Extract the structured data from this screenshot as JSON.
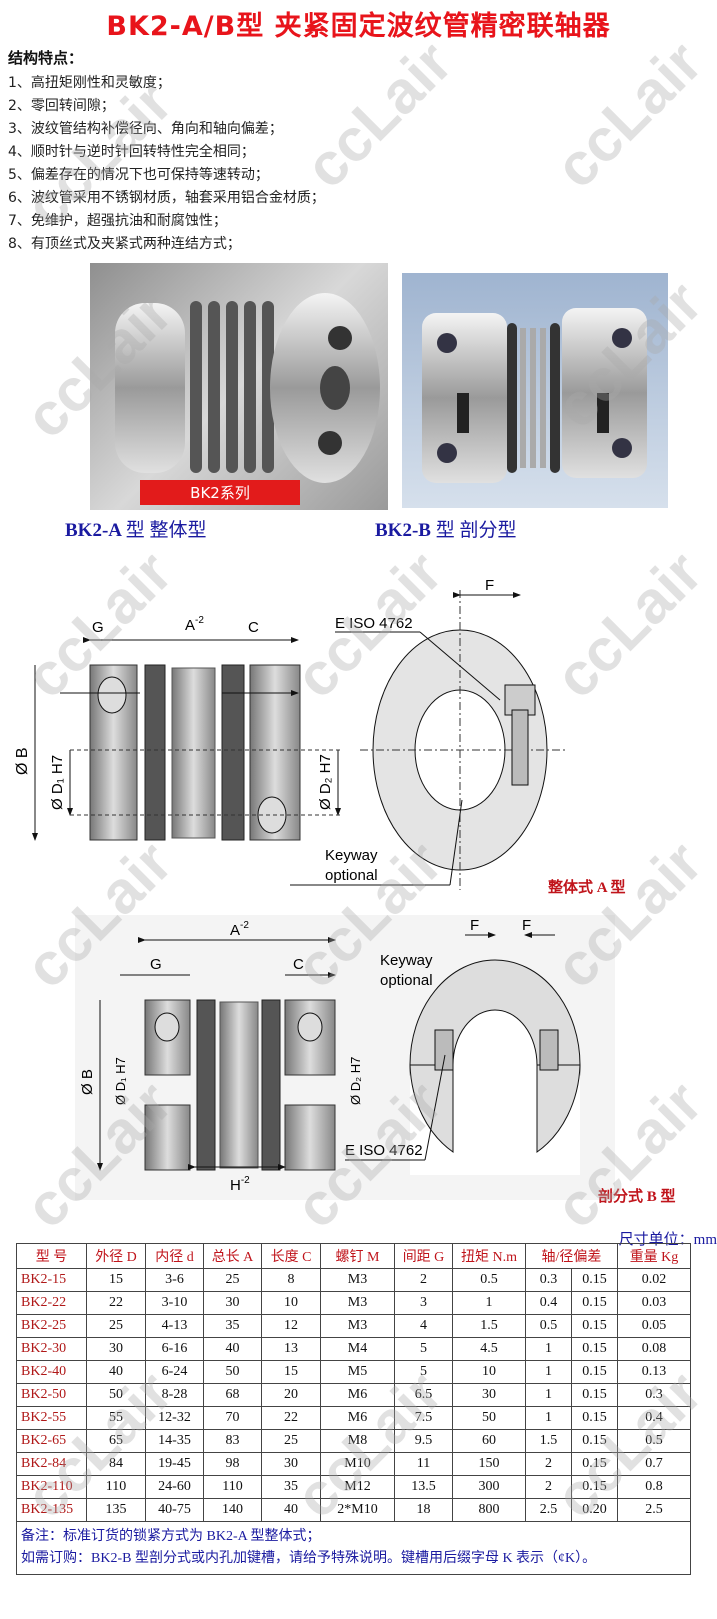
{
  "title": "BK2-A/B型 夹紧固定波纹管精密联轴器",
  "features": {
    "heading": "结构特点：",
    "items": [
      "1、高扭矩刚性和灵敏度；",
      "2、零回转间隙；",
      "3、波纹管结构补偿径向、角向和轴向偏差；",
      "4、顺时针与逆时针回转特性完全相同；",
      "5、偏差存在的情况下也可保持等速转动；",
      "6、波纹管采用不锈钢材质，轴套采用铝合金材质；",
      "7、免维护，超强抗油和耐腐蚀性；",
      "8、有顶丝式及夹紧式两种连结方式；"
    ]
  },
  "photos": {
    "left_banner": "BK2系列",
    "left_caption_model": "BK2-A",
    "left_caption_type": "型  整体型",
    "right_caption_model": "BK2-B",
    "right_caption_type": "型  剖分型"
  },
  "diagram_a": {
    "labels": {
      "a": "A",
      "a_sup": "-2",
      "g": "G",
      "c": "C",
      "b": "Ø B",
      "d1": "Ø D₁ H7",
      "d2": "Ø D₂ H7",
      "screw": "E ISO 4762",
      "f": "F",
      "keyway1": "Keyway",
      "keyway2": "optional"
    },
    "type_label": "整体式 A 型"
  },
  "diagram_b": {
    "labels": {
      "a": "A",
      "a_sup": "-2",
      "g": "G",
      "c": "C",
      "b": "Ø B",
      "d1": "Ø D₁ H7",
      "d2": "Ø D₂ H7",
      "h": "H",
      "h_sup": "-2",
      "screw": "E ISO 4762",
      "f": "F",
      "keyway1": "Keyway",
      "keyway2": "optional"
    },
    "type_label": "剖分式 B 型"
  },
  "table": {
    "unit": "尺寸单位：mm",
    "headers": [
      "型  号",
      "外径 D",
      "内径 d",
      "总长 A",
      "长度 C",
      "螺钉 M",
      "间距 G",
      "扭矩 N.m",
      "轴/径偏差",
      "重量 Kg"
    ],
    "rows": [
      [
        "BK2-15",
        "15",
        "3-6",
        "25",
        "8",
        "M3",
        "2",
        "0.5",
        "0.3",
        "0.15",
        "0.02"
      ],
      [
        "BK2-22",
        "22",
        "3-10",
        "30",
        "10",
        "M3",
        "3",
        "1",
        "0.4",
        "0.15",
        "0.03"
      ],
      [
        "BK2-25",
        "25",
        "4-13",
        "35",
        "12",
        "M3",
        "4",
        "1.5",
        "0.5",
        "0.15",
        "0.05"
      ],
      [
        "BK2-30",
        "30",
        "6-16",
        "40",
        "13",
        "M4",
        "5",
        "4.5",
        "1",
        "0.15",
        "0.08"
      ],
      [
        "BK2-40",
        "40",
        "6-24",
        "50",
        "15",
        "M5",
        "5",
        "10",
        "1",
        "0.15",
        "0.13"
      ],
      [
        "BK2-50",
        "50",
        "8-28",
        "68",
        "20",
        "M6",
        "6.5",
        "30",
        "1",
        "0.15",
        "0.3"
      ],
      [
        "BK2-55",
        "55",
        "12-32",
        "70",
        "22",
        "M6",
        "7.5",
        "50",
        "1",
        "0.15",
        "0.4"
      ],
      [
        "BK2-65",
        "65",
        "14-35",
        "83",
        "25",
        "M8",
        "9.5",
        "60",
        "1.5",
        "0.15",
        "0.5"
      ],
      [
        "BK2-84",
        "84",
        "19-45",
        "98",
        "30",
        "M10",
        "11",
        "150",
        "2",
        "0.15",
        "0.7"
      ],
      [
        "BK2-110",
        "110",
        "24-60",
        "110",
        "35",
        "M12",
        "13.5",
        "300",
        "2",
        "0.15",
        "0.8"
      ],
      [
        "BK2-135",
        "135",
        "40-75",
        "140",
        "40",
        "2*M10",
        "18",
        "800",
        "2.5",
        "0.20",
        "2.5"
      ]
    ],
    "notes": [
      "备注：标准订货的锁紧方式为 BK2-A 型整体式；",
      "如需订购：BK2-B 型剖分式或内孔加键槽，请给予特殊说明。键槽用后缀字母 K 表示（¢K）。"
    ]
  },
  "watermark": "ccLair"
}
